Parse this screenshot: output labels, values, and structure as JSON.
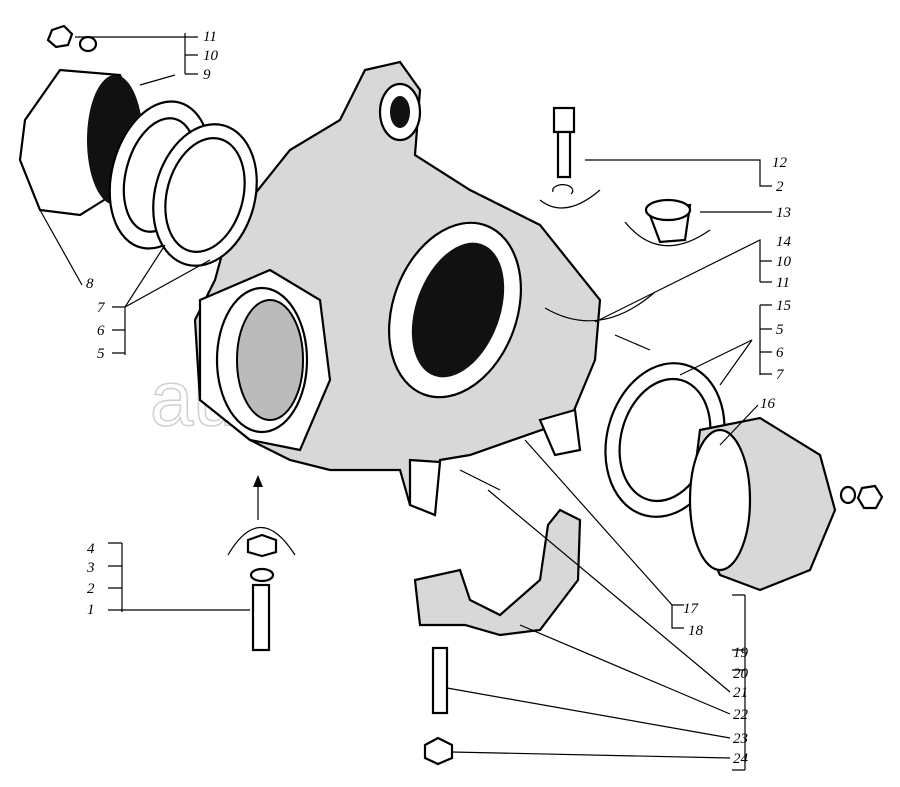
{
  "diagram": {
    "watermark": "autopiter.ru",
    "callouts": {
      "top_left": [
        "11",
        "10",
        "9"
      ],
      "left_8": "8",
      "left_gaskets": [
        "7",
        "6",
        "5"
      ],
      "right_bolt": [
        "12",
        "2"
      ],
      "right_13": "13",
      "right_stud": [
        "14",
        "10",
        "11"
      ],
      "right_gaskets": [
        "15",
        "5",
        "6",
        "7"
      ],
      "right_16": "16",
      "bottom_left": [
        "4",
        "3",
        "2",
        "1"
      ],
      "bottom_mid": [
        "17",
        "18"
      ],
      "bottom_right": [
        "19",
        "20",
        "21",
        "22",
        "23",
        "24"
      ]
    }
  }
}
